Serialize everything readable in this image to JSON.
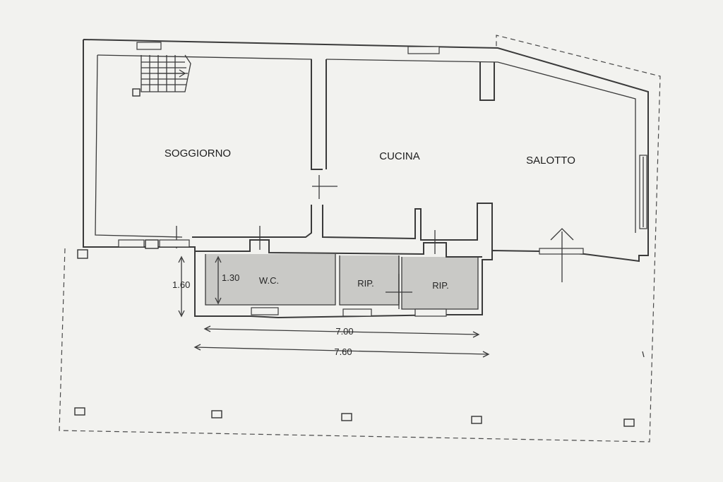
{
  "rooms": {
    "soggiorno": "SOGGIORNO",
    "cucina": "CUCINA",
    "salotto": "SALOTTO",
    "wc": "W.C.",
    "rip1": "RIP.",
    "rip2": "RIP."
  },
  "dimensions": {
    "wc_width": "1.30",
    "side_height": "1.60",
    "width_inner": "7.00",
    "width_outer": "7.60"
  }
}
